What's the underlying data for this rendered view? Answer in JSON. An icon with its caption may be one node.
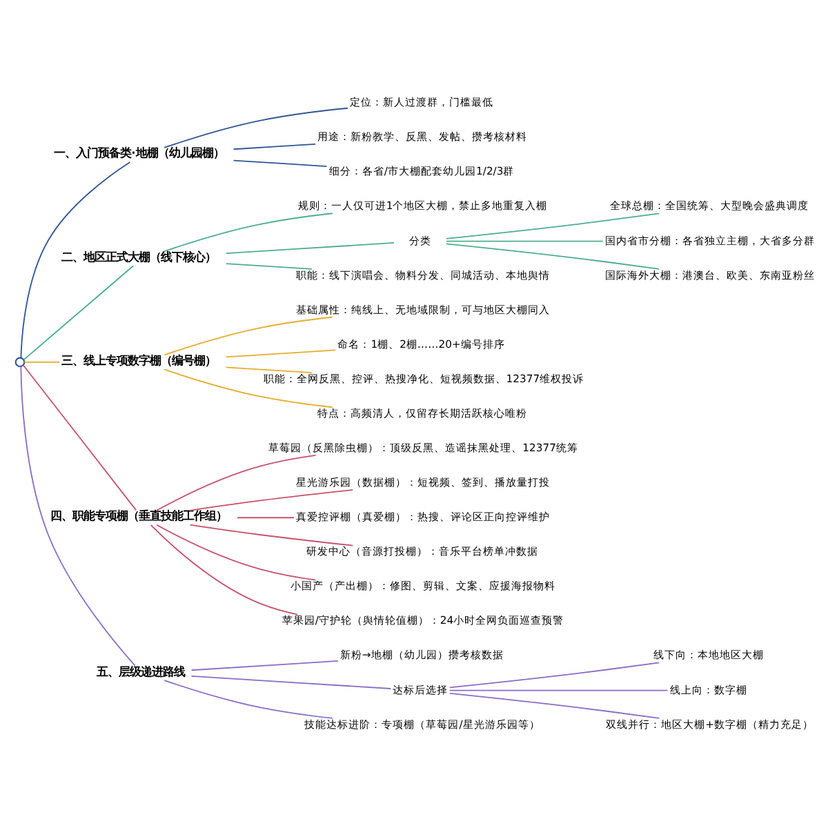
{
  "diagram": {
    "nodes": [
      {
        "text": [],
        "shape": "circle"
      },
      {
        "text": [
          "一、入门预备类·地棚（幼儿园棚）"
        ]
      },
      {
        "text": [
          "定位：新人过渡群，门槛最低"
        ]
      },
      {
        "text": [
          "用途：新粉教学、反黑、发帖、攒考核材料"
        ]
      },
      {
        "text": [
          "细分：各省/市大棚配套幼儿园1/2/3群"
        ]
      },
      {
        "text": [
          "二、地区正式大棚（线下核心）"
        ]
      },
      {
        "text": [
          "规则：一人仅可进1个地区大棚，禁止多地重复入棚"
        ]
      },
      {
        "text": [
          "分类"
        ]
      },
      {
        "text": [
          "全球总棚：全国统筹、大型晚会盛典调度"
        ]
      },
      {
        "text": [
          "国内省市分棚：各省独立主棚，大省多分群"
        ]
      },
      {
        "text": [
          "国际海外大棚：港澳台、欧美、东南亚粉丝"
        ]
      },
      {
        "text": [
          "职能：线下演唱会、物料分发、同城活动、本地舆情"
        ]
      },
      {
        "text": [
          "三、线上专项数字棚（编号棚）"
        ]
      },
      {
        "text": [
          "基础属性：纯线上、无地域限制，可与地区大棚同入"
        ]
      },
      {
        "text": [
          "命名：1棚、2棚……20+编号排序"
        ]
      },
      {
        "text": [
          "职能：全网反黑、控评、热搜净化、短视频数据、12377维权投诉"
        ]
      },
      {
        "text": [
          "特点：高频清人，仅留存长期活跃核心唯粉"
        ]
      },
      {
        "text": [
          "四、职能专项棚（垂直技能工作组）"
        ]
      },
      {
        "text": [
          "草莓园（反黑除虫棚）：顶级反黑、造谣抹黑处理、12377统筹"
        ]
      },
      {
        "text": [
          "星光游乐园（数据棚）：短视频、签到、播放量打投"
        ]
      },
      {
        "text": [
          "真爱控评棚（真爱棚）：热搜、评论区正向控评维护"
        ]
      },
      {
        "text": [
          "研发中心（音源打投棚）：音乐平台榜单冲数据"
        ]
      },
      {
        "text": [
          "小国产（产出棚）：修图、剪辑、文案、应援海报物料"
        ]
      },
      {
        "text": [
          "苹果园/守护轮（舆情轮值棚）：24小时全网负面巡查预警"
        ]
      },
      {
        "text": [
          "五、层级递进路线"
        ]
      },
      {
        "text": [
          "新粉→地棚（幼儿园）攒考核数据"
        ]
      },
      {
        "text": [
          "达标后选择"
        ]
      },
      {
        "text": [
          "线下向：本地地区大棚"
        ]
      },
      {
        "text": [
          "线上向：数字棚"
        ]
      },
      {
        "text": [
          "双线并行：地区大棚+数字棚（精力充足）"
        ]
      },
      {
        "text": [
          "技能达标进阶：专项棚（草莓园/星光游乐园等）"
        ]
      }
    ],
    "edges": [
      {
        "from": 0,
        "to": 1,
        "arrow": "none",
        "color": "#2f5597"
      },
      {
        "from": 1,
        "to": 2,
        "arrow": "none",
        "color": "#2f5597"
      },
      {
        "from": 1,
        "to": 3,
        "arrow": "none",
        "color": "#2f5597"
      },
      {
        "from": 1,
        "to": 4,
        "arrow": "none",
        "color": "#2f5597"
      },
      {
        "from": 0,
        "to": 5,
        "arrow": "none",
        "color": "#4caf8a"
      },
      {
        "from": 5,
        "to": 6,
        "arrow": "none",
        "color": "#4caf8a"
      },
      {
        "from": 5,
        "to": 7,
        "arrow": "none",
        "color": "#4caf8a"
      },
      {
        "from": 7,
        "to": 8,
        "arrow": "none",
        "color": "#4caf8a"
      },
      {
        "from": 7,
        "to": 9,
        "arrow": "none",
        "color": "#4caf8a"
      },
      {
        "from": 7,
        "to": 10,
        "arrow": "none",
        "color": "#4caf8a"
      },
      {
        "from": 5,
        "to": 11,
        "arrow": "none",
        "color": "#4caf8a"
      },
      {
        "from": 0,
        "to": 12,
        "arrow": "none",
        "color": "#e6ac2e"
      },
      {
        "from": 12,
        "to": 13,
        "arrow": "none",
        "color": "#e6ac2e"
      },
      {
        "from": 12,
        "to": 14,
        "arrow": "none",
        "color": "#e6ac2e"
      },
      {
        "from": 12,
        "to": 15,
        "arrow": "none",
        "color": "#e6ac2e"
      },
      {
        "from": 12,
        "to": 16,
        "arrow": "none",
        "color": "#e6ac2e"
      },
      {
        "from": 0,
        "to": 17,
        "arrow": "none",
        "color": "#c8506a"
      },
      {
        "from": 17,
        "to": 18,
        "arrow": "none",
        "color": "#c8506a"
      },
      {
        "from": 17,
        "to": 19,
        "arrow": "none",
        "color": "#c8506a"
      },
      {
        "from": 17,
        "to": 20,
        "arrow": "none",
        "color": "#c8506a"
      },
      {
        "from": 17,
        "to": 21,
        "arrow": "none",
        "color": "#c8506a"
      },
      {
        "from": 17,
        "to": 22,
        "arrow": "none",
        "color": "#c8506a"
      },
      {
        "from": 17,
        "to": 23,
        "arrow": "none",
        "color": "#c8506a"
      },
      {
        "from": 0,
        "to": 24,
        "arrow": "none",
        "color": "#8a6cc8"
      },
      {
        "from": 24,
        "to": 25,
        "arrow": "none",
        "color": "#8a6cc8"
      },
      {
        "from": 24,
        "to": 26,
        "arrow": "none",
        "color": "#8a6cc8"
      },
      {
        "from": 26,
        "to": 27,
        "arrow": "none",
        "color": "#8a6cc8"
      },
      {
        "from": 26,
        "to": 28,
        "arrow": "none",
        "color": "#8a6cc8"
      },
      {
        "from": 26,
        "to": 29,
        "arrow": "none",
        "color": "#8a6cc8"
      },
      {
        "from": 24,
        "to": 30,
        "arrow": "none",
        "color": "#8a6cc8"
      }
    ]
  }
}
